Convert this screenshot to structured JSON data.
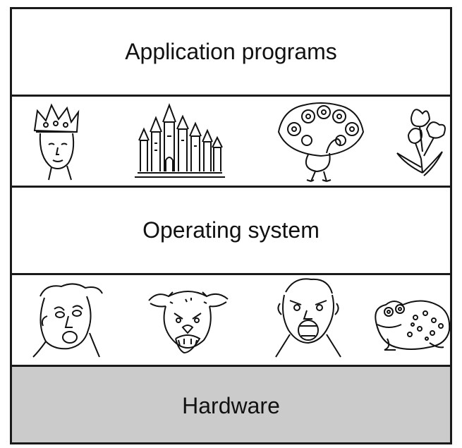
{
  "layers": [
    {
      "id": "application-programs",
      "label": "Application programs"
    },
    {
      "id": "operating-system",
      "label": "Operating system"
    },
    {
      "id": "hardware",
      "label": "Hardware"
    }
  ],
  "illustrations": {
    "top_row": [
      "queen-icon",
      "castle-icon",
      "peacock-icon",
      "flower-icon"
    ],
    "bottom_row": [
      "ugly-face-icon",
      "snarling-dog-icon",
      "screaming-man-icon",
      "toad-icon"
    ]
  },
  "colors": {
    "hardware_fill": "#cbcbcb",
    "line": "#1a1a1a",
    "background": "#ffffff"
  }
}
